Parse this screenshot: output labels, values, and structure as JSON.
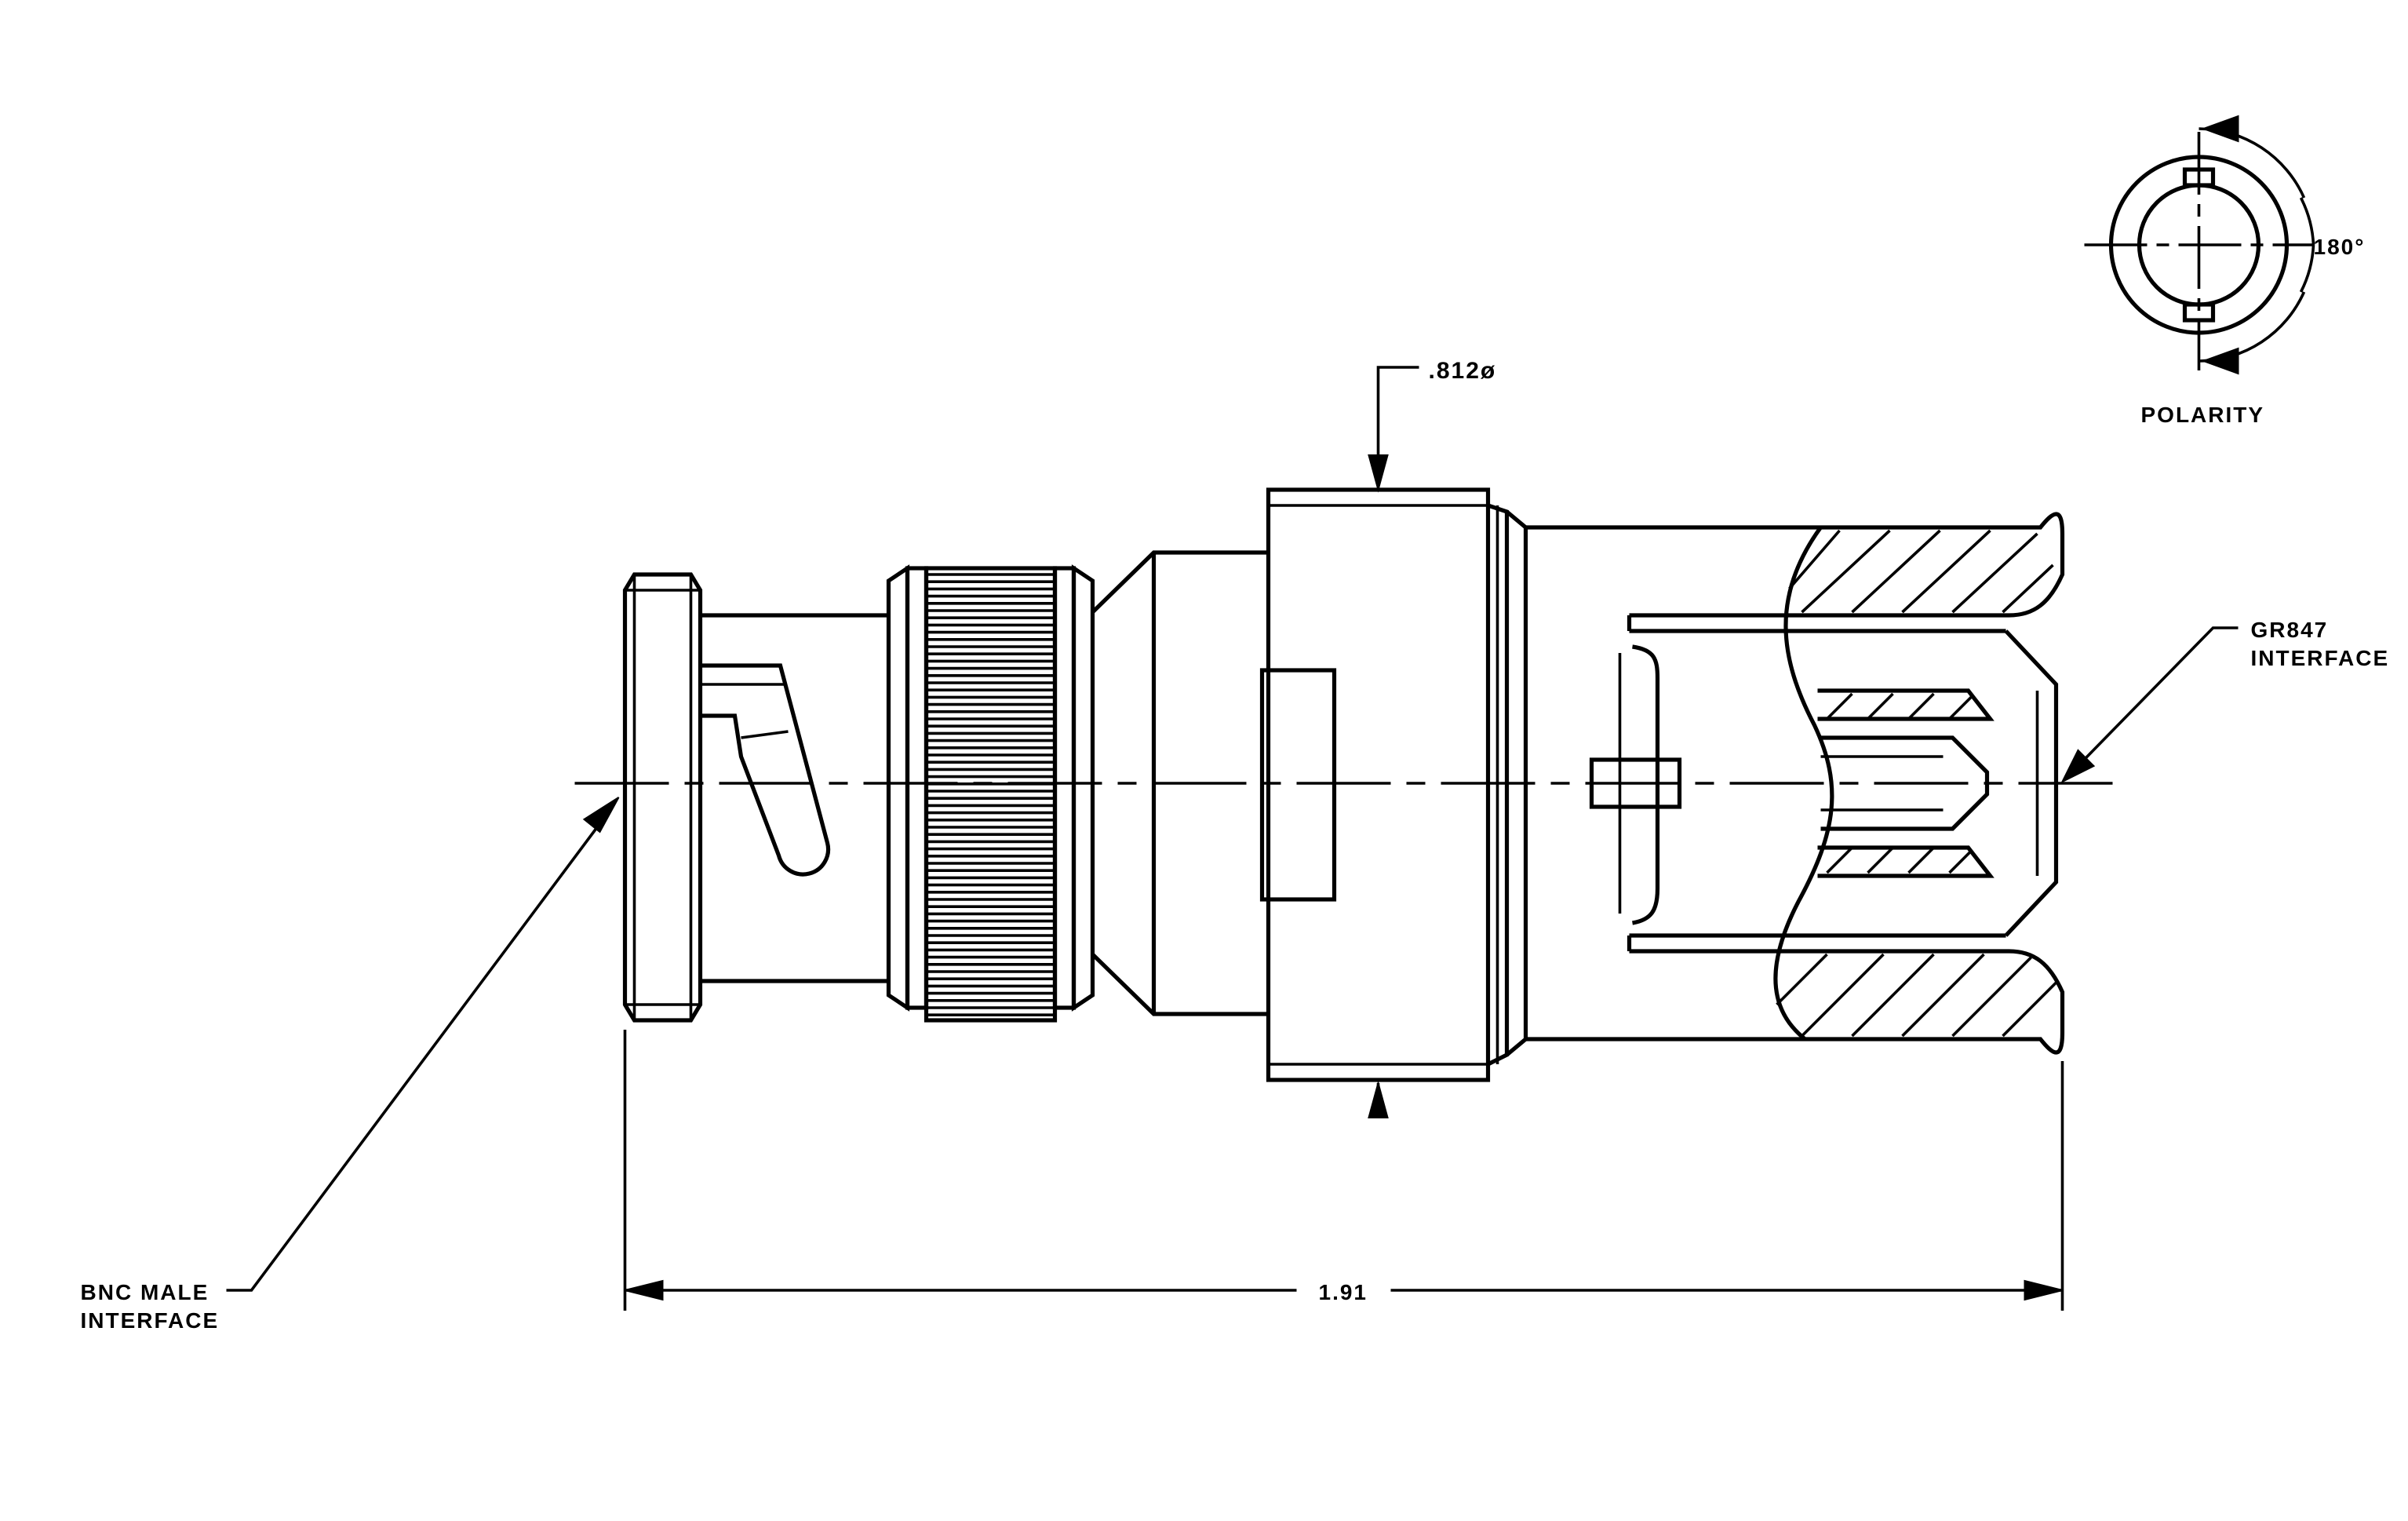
{
  "labels": {
    "bnc_line1": "BNC MALE",
    "bnc_line2": "INTERFACE",
    "gr_line1": "GR847",
    "gr_line2": "INTERFACE",
    "diameter": ".812ø",
    "length": "1.91",
    "angle": "180°",
    "polarity": "POLARITY"
  }
}
